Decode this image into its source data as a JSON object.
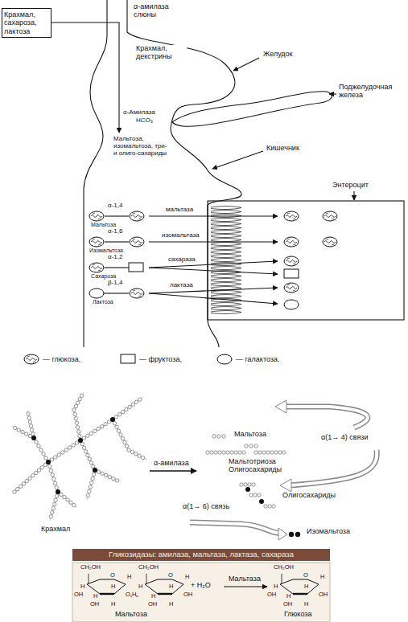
{
  "diagram": {
    "nodes": [
      {
        "text": [
          "Крахмал, сахароза, лактоза"
        ]
      },
      {
        "text": [
          "Гликозидазы: амилаза, мальтаза, лактаза, сахараза"
        ]
      }
    ],
    "labels": [
      "α-амилаза слюны",
      "Крахмал, декстрины",
      "Желудок",
      "Поджелудочная железа",
      "α-Амилаза",
      "HCO₃",
      "Мальтоза, изомальтоза, три- и олиго-сахариды",
      "Кишечник",
      "Энтероцит",
      "α-1,4",
      "Мальтоза",
      "мальтаза",
      "α-1,6",
      "Изомальтоза",
      "изомальтаза",
      "α-1,2",
      "Сахароза",
      "сахараза",
      "β-1,4",
      "Лактоза",
      "лактаза",
      "Крахмал",
      "α-амилаза",
      "Мальтоза",
      "Мальтотриоза Олигосахариды",
      "α(1→ 4) связи",
      "Олигосахариды",
      "α(1→ 6) связь",
      "Изомальтоза",
      "+ H₂O",
      "Мальтаза",
      "Мальтоза",
      "Глюкоза",
      "CH₂OH",
      "O",
      "H",
      "H",
      "OH",
      "H",
      "H",
      "O",
      "OH",
      "H",
      "CH₂OH",
      "O",
      "H",
      "H",
      "H",
      "H",
      "H",
      "OH",
      "OH",
      "H",
      "CH₂OH",
      "O",
      "H",
      "H",
      "OH",
      "H",
      "H",
      "OH",
      "OH",
      "H"
    ],
    "legend": [
      {
        "text": "— глюкоза,"
      },
      {
        "text": "— фруктоза,"
      },
      {
        "text": "— галактоза."
      }
    ]
  }
}
